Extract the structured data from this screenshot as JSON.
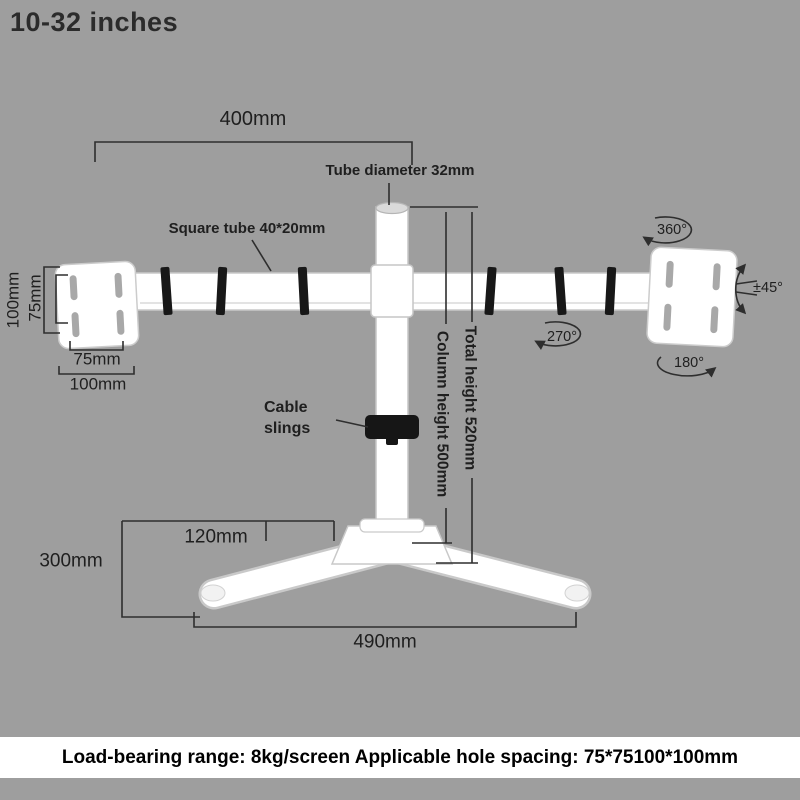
{
  "header": {
    "size_range": "10-32 inches"
  },
  "footer": {
    "spec_text": "Load-bearing range: 8kg/screen Applicable hole spacing: 75*75100*100mm"
  },
  "labels": {
    "arm_span": "400mm",
    "tube_diameter": "Tube diameter 32mm",
    "square_tube": "Square tube 40*20mm",
    "swivel": "360°",
    "tilt": "±45°",
    "rotate_mid": "270°",
    "rotate_end": "180°",
    "vesa_height_outer": "100mm",
    "vesa_height_inner": "75mm",
    "vesa_width_inner": "75mm",
    "vesa_width_outer": "100mm",
    "cable_slings": "Cable slings",
    "total_height": "Total height 520mm",
    "column_height": "Column height 500mm",
    "base_inset": "120mm",
    "base_depth": "300mm",
    "base_width": "490mm"
  },
  "colors": {
    "background": "#9e9e9e",
    "stand_white": "#ffffff",
    "outline_gray": "#c9c9c9",
    "clip_black": "#161616",
    "ink": "#1f1f1f",
    "footer_bg": "#ffffff"
  }
}
